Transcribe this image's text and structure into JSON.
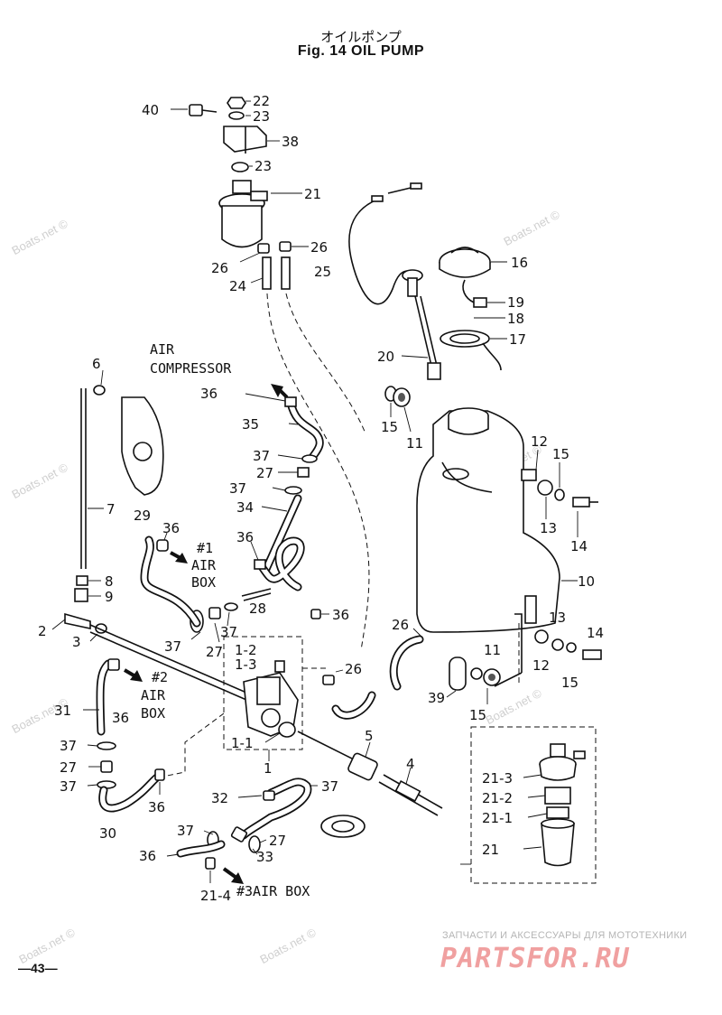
{
  "header": {
    "title_jp": "オイルポンプ",
    "title_en": "Fig. 14   OIL PUMP"
  },
  "labels": {
    "air_compressor": [
      "AIR",
      "COMPRESSOR"
    ],
    "air_box_1": [
      "#1",
      "AIR",
      "BOX"
    ],
    "air_box_2": [
      "#2",
      "AIR",
      "BOX"
    ],
    "air_box_3": "#3AIR BOX"
  },
  "callouts": [
    "40",
    "22",
    "23",
    "38",
    "23",
    "21",
    "26",
    "26",
    "24",
    "25",
    "16",
    "19",
    "18",
    "17",
    "20",
    "15",
    "11",
    "12",
    "15",
    "13",
    "14",
    "10",
    "6",
    "7",
    "8",
    "9",
    "2",
    "3",
    "36",
    "35",
    "37",
    "27",
    "37",
    "34",
    "29",
    "36",
    "36",
    "28",
    "37",
    "27",
    "37",
    "36",
    "1-2",
    "1-3",
    "26",
    "13",
    "14",
    "12",
    "15",
    "11",
    "39",
    "15",
    "26",
    "31",
    "36",
    "37",
    "27",
    "37",
    "30",
    "1-1",
    "1",
    "5",
    "4",
    "36",
    "32",
    "37",
    "37",
    "27",
    "33",
    "36",
    "21-4",
    "21-3",
    "21-2",
    "21-1",
    "21"
  ],
  "watermark": "Boats.net ©",
  "footer": {
    "ru_text": "ЗАПЧАСТИ И АКСЕССУАРЫ ДЛЯ МОТОТЕХНИКИ",
    "logo_text": "PARTSFOR.RU",
    "page_number": "—43—"
  }
}
